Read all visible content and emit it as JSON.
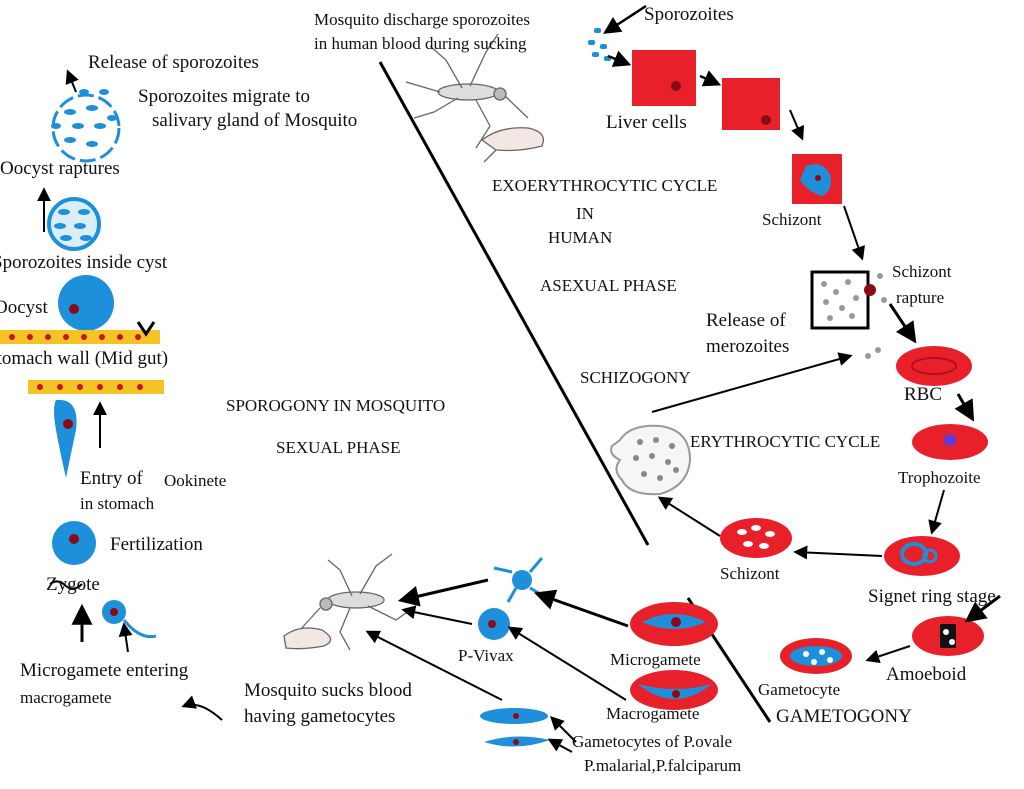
{
  "colors": {
    "red": "#e8202a",
    "blue": "#1e8fdb",
    "yellow": "#f5c324",
    "dark_red": "#8b0b14",
    "purple": "#5a3dd8",
    "ink": "#000000"
  },
  "labels": {
    "sporozoites_top": "Sporozoites",
    "discharge_line1": "Mosquito discharge sporozoites",
    "discharge_line2": "in human blood during sucking",
    "release_sporozoites": "Release of sporozoites",
    "migrate_line1": "Sporozoites migrate to",
    "migrate_line2": "salivary gland of Mosquito",
    "oocyst_raptures": "Oocyst raptures",
    "sporozoites_inside_cyst": "Sporozoites inside cyst",
    "oocyst": "Oocyst",
    "stomach_wall": "Stomach wall (Mid gut)",
    "entry_line1": "Entry of",
    "entry_ookinete": "Ookinete",
    "entry_line2": "in stomach",
    "fertilization": "Fertilization",
    "zygote": "Zygote",
    "microgamete_entering_line1": "Microgamete entering",
    "microgamete_entering_line2": "macrogamete",
    "sporogony": "SPOROGONY IN MOSQUITO",
    "sexual_phase": "SEXUAL PHASE",
    "liver_cells": "Liver cells",
    "exo_line1": "EXOERYTHROCYTIC CYCLE",
    "exo_line2": "IN",
    "exo_line3": "HUMAN",
    "asexual_phase": "ASEXUAL PHASE",
    "schizont_liver": "Schizont",
    "schizont_rapture_line1": "Schizont",
    "schizont_rapture_line2": "rapture",
    "release_merozoites_line1": "Release of",
    "release_merozoites_line2": "merozoites",
    "schizogony": "SCHIZOGONY",
    "rbc": "RBC",
    "erythrocytic_cycle": "ERYTHROCYTIC CYCLE",
    "trophozoite": "Trophozoite",
    "schizont_blood": "Schizont",
    "signet_ring": "Signet ring stage",
    "p_vivax": "P-Vivax",
    "microgamete": "Microgamete",
    "macrogamete": "Macrogamete",
    "amoeboid": "Amoeboid",
    "gametocyte": "Gametocyte",
    "gametogony": "GAMETOGONY",
    "mosquito_sucks_line1": "Mosquito sucks blood",
    "mosquito_sucks_line2": "having gametocytes",
    "gametocytes_ovale_line1": "Gametocytes of P.ovale",
    "gametocytes_ovale_line2": "P.malarial,P.falciparum"
  }
}
